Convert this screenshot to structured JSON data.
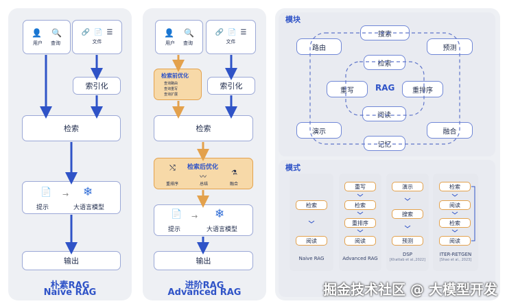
{
  "naive": {
    "user_label": "用户",
    "query_label": "查询",
    "file_label": "文件",
    "index_label": "索引化",
    "retrieve_label": "检索",
    "prompt_label": "提示",
    "llm_label": "大语言模型",
    "output_label": "输出",
    "title_cn": "朴素RAG",
    "title_en": "Naive RAG"
  },
  "advanced": {
    "user_label": "用户",
    "query_label": "查询",
    "file_label": "文件",
    "pre_title": "检索前优化",
    "pre_items": [
      "查询路由",
      "查询重写",
      "查询扩展"
    ],
    "index_label": "索引化",
    "retrieve_label": "检索",
    "post_title": "检索后优化",
    "rerank_label": "重排序",
    "summary_label": "总结",
    "fusion_label": "融合",
    "prompt_label": "提示",
    "llm_label": "大语言模型",
    "output_label": "输出",
    "title_cn": "进阶RAG",
    "title_en": "Advanced RAG"
  },
  "modular": {
    "modules_title": "模块",
    "search": "搜索",
    "routing": "路由",
    "predict": "预测",
    "retrieve": "检索",
    "rewrite": "重写",
    "rag": "RAG",
    "rerank": "重排序",
    "read": "阅读",
    "demonstrate": "演示",
    "fusion": "融合",
    "memory": "记忆",
    "patterns_title": "模式",
    "naive_col": {
      "items": [
        "检索",
        "阅读"
      ],
      "caption": "Naive RAG"
    },
    "advanced_col": {
      "items": [
        "重写",
        "检索",
        "重排序",
        "阅读"
      ],
      "caption": "Advanced RAG"
    },
    "dsp_col": {
      "items": [
        "演示",
        "搜索",
        "预测"
      ],
      "caption": "DSP",
      "cite": "[Khattab et al.,2022]"
    },
    "iter_col": {
      "items": [
        "检索",
        "阅读",
        "检索",
        "阅读"
      ],
      "caption": "ITER-RETGEN",
      "cite": "[Shao et al., 2023]"
    }
  },
  "watermark": "掘金技术社区 @ 大模型开发",
  "colors": {
    "blue_arrow": "#2f53c7",
    "orange_arrow": "#e3a14c",
    "panel": "#eef0f4"
  }
}
